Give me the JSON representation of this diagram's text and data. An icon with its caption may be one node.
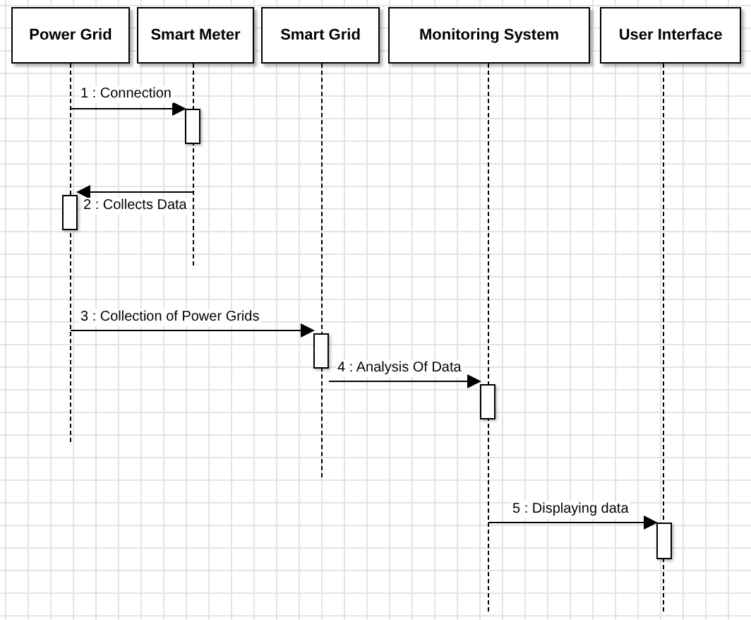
{
  "diagram": {
    "nodes": [
      {
        "text": [
          "Power Grid"
        ]
      },
      {
        "text": [
          "Smart Meter"
        ]
      },
      {
        "text": [
          "Smart Grid"
        ]
      },
      {
        "text": [
          "Monitoring System"
        ]
      },
      {
        "text": [
          "User Interface"
        ]
      },
      {
        "text": [],
        "shape": "bar"
      },
      {
        "text": [],
        "shape": "bar"
      },
      {
        "text": [],
        "shape": "bar"
      },
      {
        "text": [],
        "shape": "bar"
      },
      {
        "text": [],
        "shape": "bar"
      }
    ],
    "edges": [
      {
        "from": null,
        "to": 5,
        "arrow": "to",
        "label": "1 : Connection"
      },
      {
        "from": null,
        "to": 6,
        "arrow": "to",
        "label": "2 : Collects Data"
      },
      {
        "from": null,
        "to": 7,
        "arrow": "to",
        "label": "3 : Collection of Power Grids"
      },
      {
        "from": 7,
        "to": 8,
        "arrow": "to",
        "label": "4 : Analysis Of Data"
      },
      {
        "from": null,
        "to": 9,
        "arrow": "to",
        "label": "5 : Displaying data"
      },
      {
        "from": 0,
        "to": null,
        "arrow": "none",
        "style": "dashed"
      },
      {
        "from": 1,
        "to": null,
        "arrow": "none",
        "style": "dashed"
      },
      {
        "from": 2,
        "to": null,
        "arrow": "none",
        "style": "dashed"
      },
      {
        "from": 3,
        "to": null,
        "arrow": "none",
        "style": "dashed"
      },
      {
        "from": 4,
        "to": null,
        "arrow": "none",
        "style": "dashed"
      }
    ]
  }
}
